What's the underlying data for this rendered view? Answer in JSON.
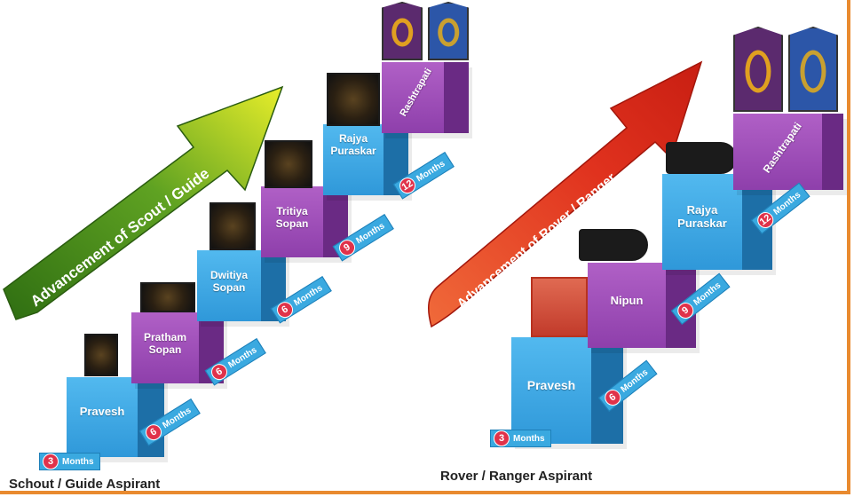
{
  "scout_guide": {
    "arrow_text": "Advancement of Scout / Guide",
    "caption": "Schout / Guide Aspirant",
    "steps": [
      {
        "label": "Pravesh"
      },
      {
        "label": "Pratham Sopan"
      },
      {
        "label": "Dwitiya Sopan"
      },
      {
        "label": "Tritiya Sopan"
      },
      {
        "label": "Rajya Puraskar"
      },
      {
        "label": "Rashtrapati"
      }
    ],
    "durations": [
      {
        "number": "3",
        "unit": "Months"
      },
      {
        "number": "6",
        "unit": "Months"
      },
      {
        "number": "6",
        "unit": "Months"
      },
      {
        "number": "6",
        "unit": "Months"
      },
      {
        "number": "9",
        "unit": "Months"
      },
      {
        "number": "12",
        "unit": "Months"
      }
    ]
  },
  "rover_ranger": {
    "arrow_text": "Advancement of Rover / Ranger",
    "caption": "Rover / Ranger Aspirant",
    "steps": [
      {
        "label": "Pravesh"
      },
      {
        "label": "Nipun"
      },
      {
        "label": "Rajya Puraskar"
      },
      {
        "label": "Rashtrapati"
      }
    ],
    "durations": [
      {
        "number": "3",
        "unit": "Months"
      },
      {
        "number": "6",
        "unit": "Months"
      },
      {
        "number": "9",
        "unit": "Months"
      },
      {
        "number": "12",
        "unit": "Months"
      }
    ]
  },
  "colors": {
    "frame_border": "#e98a2f",
    "step_blue": "#3aa9e0",
    "step_purple": "#9b4bb8",
    "scout_arrow": "#5a9e1e",
    "rover_arrow": "#e03a22",
    "duration_circle": "#e0324a"
  },
  "icons": [
    "badge-icon",
    "shield-badge-icon",
    "shoulder-badge-icon"
  ]
}
